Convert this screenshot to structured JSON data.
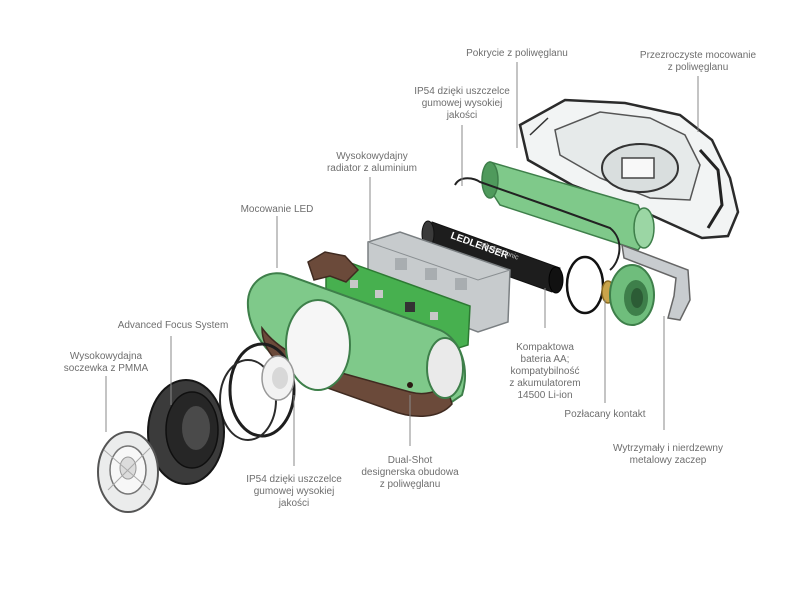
{
  "labels": {
    "polycarbonate_cover": [
      "Pokrycie z poliwęglanu"
    ],
    "transparent_mount": [
      "Przezroczyste mocowanie",
      "z poliwęglanu"
    ],
    "ip54_top": [
      "IP54 dzięki uszczelce",
      "gumowej wysokiej",
      "jakości"
    ],
    "aluminium_radiator": [
      "Wysokowydajny",
      "radiator z aluminium"
    ],
    "led_mount": [
      "Mocowanie LED"
    ],
    "advanced_focus": [
      "Advanced Focus System"
    ],
    "pmma_lens": [
      "Wysokowydajna",
      "soczewka z PMMA"
    ],
    "ip54_bottom": [
      "IP54 dzięki uszczelce",
      "gumowej wysokiej",
      "jakości"
    ],
    "dual_shot_housing": [
      "Dual-Shot",
      "designerska obudowa",
      "z poliwęglanu"
    ],
    "aa_battery": [
      "Kompaktowa",
      "bateria AA;",
      "kompatybilność",
      "z akumulatorem",
      "14500 Li-ion"
    ],
    "gold_contact": [
      "Pozłacany kontakt"
    ],
    "metal_clip": [
      "Wytrzymały i nierdzewny",
      "metalowy zaczep"
    ]
  },
  "battery_text": {
    "brand": "LEDLENSER",
    "type": "alkaline ionic"
  },
  "colors": {
    "green": "#7fc98a",
    "green_dark": "#4f9a5c",
    "brown": "#6b4a3a",
    "label": "#6e6e6e"
  }
}
